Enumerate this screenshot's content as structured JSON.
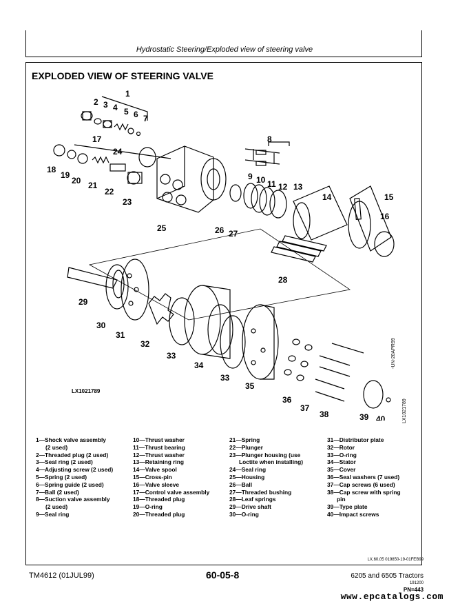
{
  "header": {
    "title": "Hydrostatic Steering/Exploded view of steering valve"
  },
  "section": {
    "title": "EXPLODED VIEW OF STEERING VALVE"
  },
  "figure": {
    "label": "LX1021789",
    "side_code_top": "-UN-20APR99",
    "side_code_bottom": "LX1021789",
    "callouts": [
      "1",
      "2",
      "3",
      "4",
      "5",
      "6",
      "7",
      "8",
      "9",
      "10",
      "11",
      "12",
      "13",
      "14",
      "15",
      "16",
      "17",
      "18",
      "19",
      "20",
      "21",
      "22",
      "23",
      "24",
      "25",
      "26",
      "27",
      "28",
      "29",
      "30",
      "31",
      "32",
      "33",
      "33",
      "34",
      "35",
      "36",
      "37",
      "38",
      "39",
      "40"
    ]
  },
  "legend": {
    "col1": [
      {
        "text": "1—Shock valve assembly"
      },
      {
        "text": "(2 used)",
        "cont": true
      },
      {
        "text": "2—Threaded plug (2 used)"
      },
      {
        "text": "3—Seal ring (2 used)"
      },
      {
        "text": "4—Adjusting screw (2 used)"
      },
      {
        "text": "5—Spring (2 used)"
      },
      {
        "text": "6—Spring guide (2 used)"
      },
      {
        "text": "7—Ball (2 used)"
      },
      {
        "text": "8—Suction valve assembly"
      },
      {
        "text": "(2 used)",
        "cont": true
      },
      {
        "text": "9—Seal ring"
      }
    ],
    "col2": [
      {
        "text": "10—Thrust washer"
      },
      {
        "text": "11—Thrust bearing"
      },
      {
        "text": "12—Thrust washer"
      },
      {
        "text": "13—Retaining ring"
      },
      {
        "text": "14—Valve spool"
      },
      {
        "text": "15—Cross-pin"
      },
      {
        "text": "16—Valve sleeve"
      },
      {
        "text": "17—Control valve assembly"
      },
      {
        "text": "18—Threaded plug"
      },
      {
        "text": "19—O-ring"
      },
      {
        "text": "20—Threaded plug"
      }
    ],
    "col3": [
      {
        "text": "21—Spring"
      },
      {
        "text": "22—Plunger"
      },
      {
        "text": "23—Plunger housing (use"
      },
      {
        "text": "Loctite when installing)",
        "cont": true
      },
      {
        "text": "24—Seal ring"
      },
      {
        "text": "25—Housing"
      },
      {
        "text": "26—Ball"
      },
      {
        "text": "27—Threaded bushing"
      },
      {
        "text": "28—Leaf springs"
      },
      {
        "text": "29—Drive shaft"
      },
      {
        "text": "30—O-ring"
      }
    ],
    "col4": [
      {
        "text": "31—Distributor plate"
      },
      {
        "text": "32—Rotor"
      },
      {
        "text": "33—O-ring"
      },
      {
        "text": "34—Stator"
      },
      {
        "text": "35—Cover"
      },
      {
        "text": "36—Seal washers (7 used)"
      },
      {
        "text": "37—Cap screws (6 used)"
      },
      {
        "text": "38—Cap screw with spring"
      },
      {
        "text": "pin",
        "cont": true
      },
      {
        "text": "39—Type plate"
      },
      {
        "text": "40—Impact screws"
      }
    ]
  },
  "footer": {
    "code": "LX,60,05 019850-19-01FEB99",
    "left": "TM4612 (01JUL99)",
    "center": "60-05-8",
    "right": "6205 and 6505 Tractors",
    "date": "191200",
    "pn": "PN=443",
    "watermark": "www.epcatalogs.com"
  }
}
